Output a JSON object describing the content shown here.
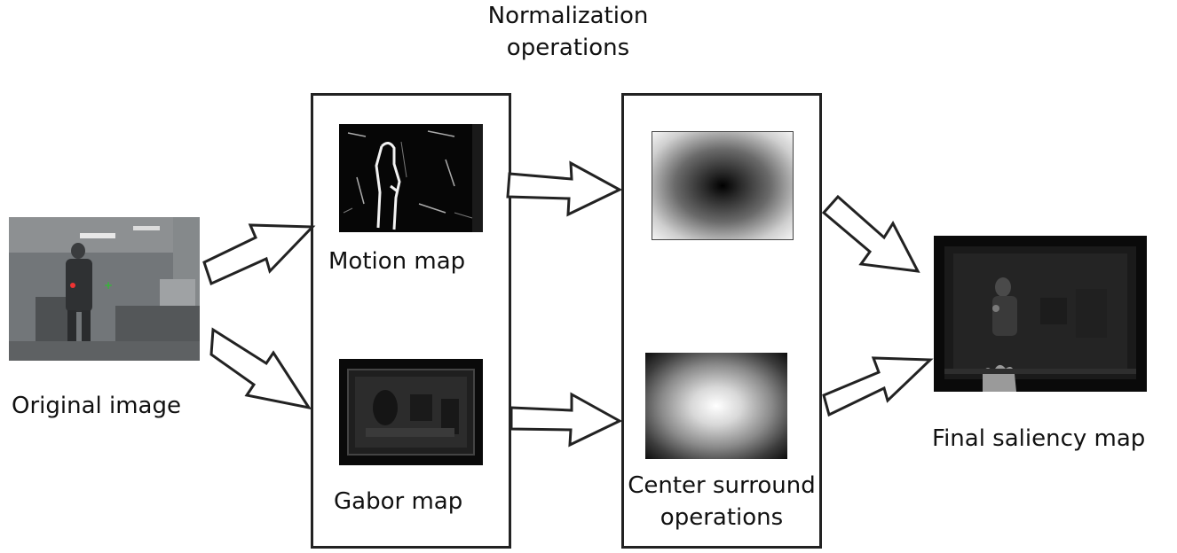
{
  "labels": {
    "normalization": "Normalization\noperations",
    "original_image": "Original image",
    "motion_map": "Motion map",
    "gabor_map": "Gabor map",
    "center_surround": "Center surround\noperations",
    "final_saliency": "Final saliency map"
  },
  "colors": {
    "stroke": "#222222",
    "background": "#ffffff"
  },
  "icons": {
    "arrow": "hollow-block-arrow-icon"
  }
}
